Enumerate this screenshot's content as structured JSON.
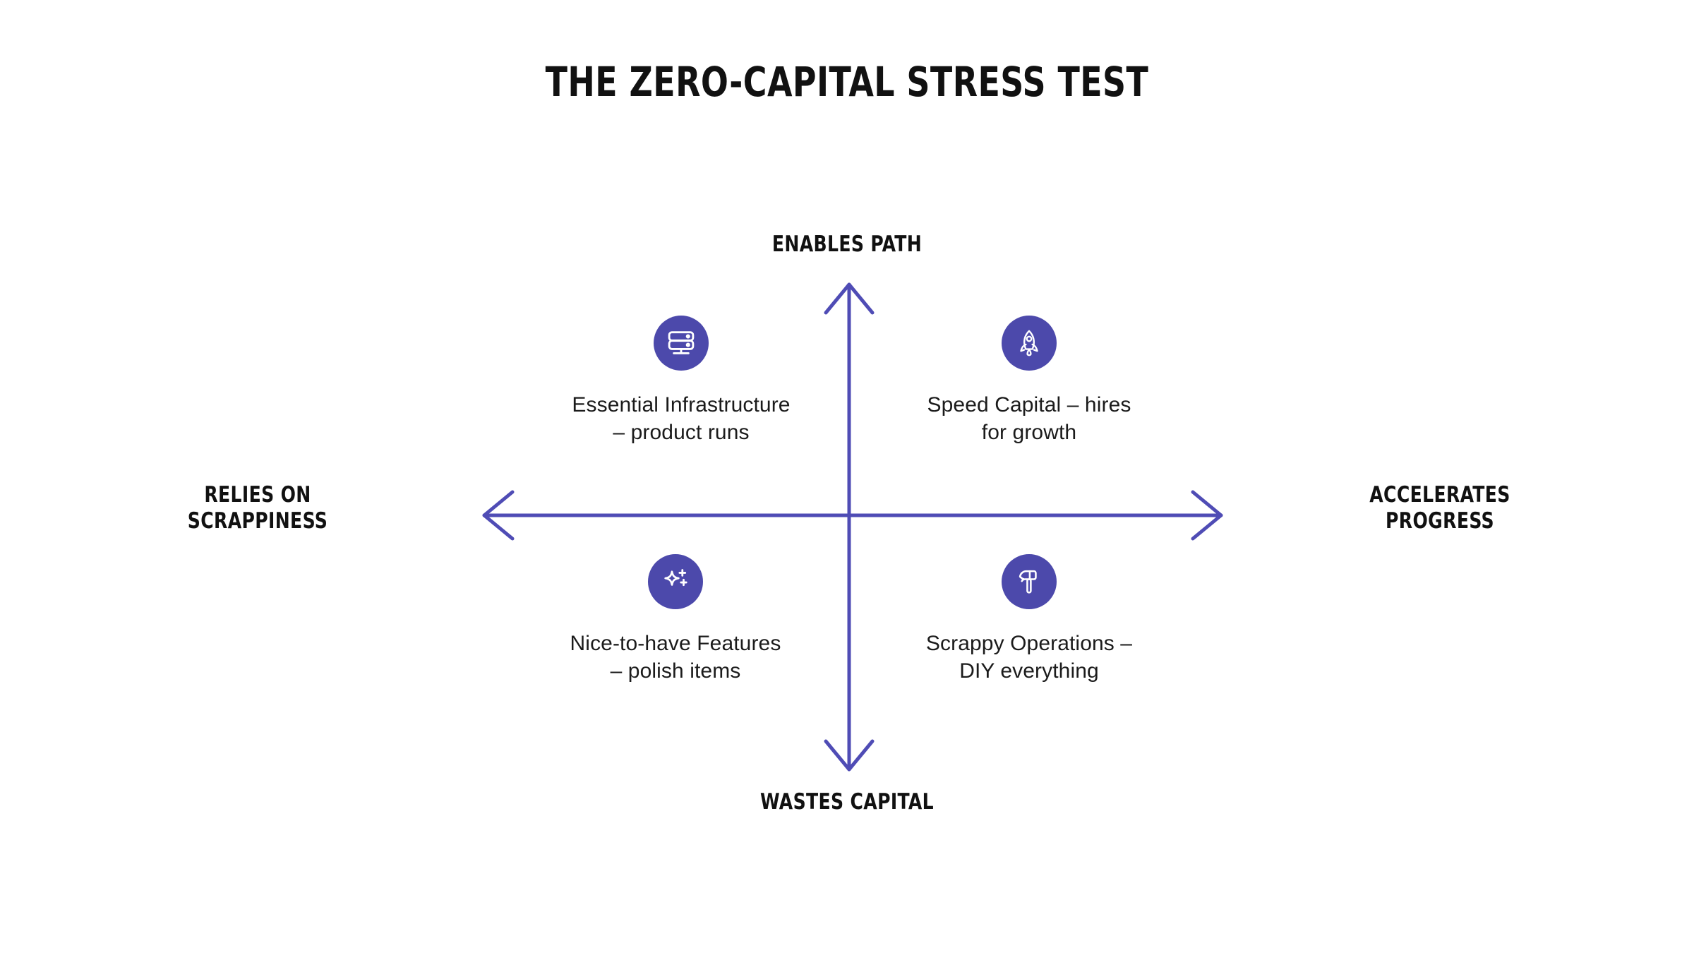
{
  "title": "THE ZERO-CAPITAL STRESS TEST",
  "colors": {
    "accent": "#4C49AB",
    "axis": "#4F4CB5",
    "text": "#111111",
    "body_text": "#1b1b1b",
    "background": "#ffffff"
  },
  "axes": {
    "vertical": {
      "top_label": "ENABLES PATH",
      "bottom_label": "WASTES CAPITAL"
    },
    "horizontal": {
      "left_label": "RELIES ON\nSCRAPPINESS",
      "right_label": "ACCELERATES\nPROGRESS"
    }
  },
  "quadrants": [
    {
      "position": "top-left",
      "icon": "server-icon",
      "label": "Essential Infrastructure\n– product runs"
    },
    {
      "position": "top-right",
      "icon": "rocket-icon",
      "label": "Speed Capital – hires\nfor growth"
    },
    {
      "position": "bottom-left",
      "icon": "sparkles-icon",
      "label": "Nice-to-have Features\n– polish items"
    },
    {
      "position": "bottom-right",
      "icon": "hammer-icon",
      "label": "Scrappy Operations –\nDIY everything"
    }
  ],
  "chart_data": {
    "type": "scatter",
    "title": "THE ZERO-CAPITAL STRESS TEST",
    "xlabel": "",
    "ylabel": "",
    "grid": false,
    "legend": "none",
    "xlim": [
      -1,
      1
    ],
    "ylim": [
      -1,
      1
    ],
    "axis_poles": {
      "x_negative": "RELIES ON SCRAPPINESS",
      "x_positive": "ACCELERATES PROGRESS",
      "y_positive": "ENABLES PATH",
      "y_negative": "WASTES CAPITAL"
    },
    "points": [
      {
        "label": "Essential Infrastructure – product runs",
        "x": -0.46,
        "y": 0.53,
        "quadrant": "top-left",
        "icon": "server-icon"
      },
      {
        "label": "Speed Capital – hires for growth",
        "x": 0.49,
        "y": 0.53,
        "quadrant": "top-right",
        "icon": "rocket-icon"
      },
      {
        "label": "Nice-to-have Features – polish items",
        "x": -0.46,
        "y": -0.47,
        "quadrant": "bottom-left",
        "icon": "sparkles-icon"
      },
      {
        "label": "Scrappy Operations – DIY everything",
        "x": 0.49,
        "y": -0.47,
        "quadrant": "bottom-right",
        "icon": "hammer-icon"
      }
    ]
  }
}
